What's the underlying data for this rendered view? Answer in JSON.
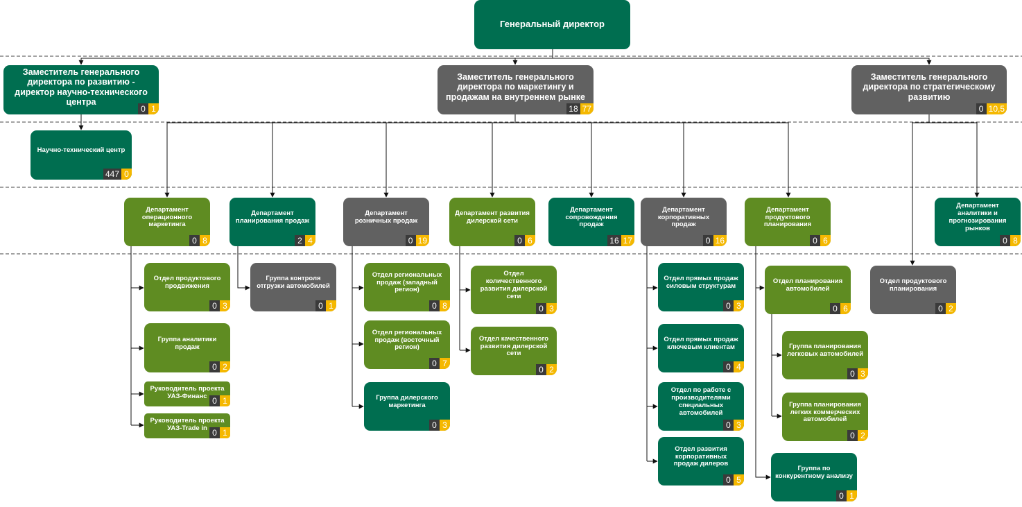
{
  "colors": {
    "dark_green": "#006e50",
    "light_green": "#5f8c22",
    "grey": "#616161",
    "count_badge": "#3a3a3a",
    "vacancy_badge": "#f5b800"
  },
  "nodes": [
    {
      "id": "gd",
      "label": "Генеральный директор",
      "c1": "",
      "c2": "",
      "color": "dark_green"
    },
    {
      "id": "dep_dev",
      "label": "Заместитель генерального директора по развитию - директор научно-технического центра",
      "c1": "0",
      "c2": "1",
      "color": "dark_green"
    },
    {
      "id": "dep_mkt",
      "label": "Заместитель генерального директора по маркетингу и продажам на внутреннем рынке",
      "c1": "18",
      "c2": "77",
      "color": "grey"
    },
    {
      "id": "dep_str",
      "label": "Заместитель генерального директора по стратегическому развитию",
      "c1": "0",
      "c2": "10,5",
      "color": "grey"
    },
    {
      "id": "ntc",
      "label": "Научно-технический центр",
      "c1": "447",
      "c2": "0",
      "color": "dark_green"
    },
    {
      "id": "d_opm",
      "label": "Департамент операционного маркетинга",
      "c1": "0",
      "c2": "8",
      "color": "light_green"
    },
    {
      "id": "d_plan",
      "label": "Департамент планирования продаж",
      "c1": "2",
      "c2": "4",
      "color": "dark_green"
    },
    {
      "id": "d_retail",
      "label": "Департамент розничных продаж",
      "c1": "0",
      "c2": "19",
      "color": "grey"
    },
    {
      "id": "d_dealer",
      "label": "Департамент развития дилерской сети",
      "c1": "0",
      "c2": "6",
      "color": "light_green"
    },
    {
      "id": "d_supp",
      "label": "Департамент сопровождения продаж",
      "c1": "16",
      "c2": "17",
      "color": "dark_green"
    },
    {
      "id": "d_corp",
      "label": "Департамент корпоративных продаж",
      "c1": "0",
      "c2": "16",
      "color": "grey"
    },
    {
      "id": "d_prod",
      "label": "Департамент продуктового планирования",
      "c1": "0",
      "c2": "6",
      "color": "light_green"
    },
    {
      "id": "d_anal",
      "label": "Департамент аналитики и прогнозирования рынков",
      "c1": "0",
      "c2": "8",
      "color": "dark_green"
    },
    {
      "id": "o_prodpromo",
      "label": "Отдел продуктового продвижения",
      "c1": "0",
      "c2": "3",
      "color": "light_green"
    },
    {
      "id": "g_analytics",
      "label": "Группа аналитики продаж",
      "c1": "0",
      "c2": "2",
      "color": "light_green"
    },
    {
      "id": "r_finance",
      "label": "Руководитель проекта УАЗ-Финанс",
      "c1": "0",
      "c2": "1",
      "color": "light_green"
    },
    {
      "id": "r_trade",
      "label": "Руководитель проекта УАЗ-Trade in",
      "c1": "0",
      "c2": "1",
      "color": "light_green"
    },
    {
      "id": "g_control",
      "label": "Группа контроля отгрузки автомобилей",
      "c1": "0",
      "c2": "1",
      "color": "grey"
    },
    {
      "id": "o_reg_w",
      "label": "Отдел региональных продаж (западный регион)",
      "c1": "0",
      "c2": "8",
      "color": "light_green"
    },
    {
      "id": "o_reg_e",
      "label": "Отдел региональных продаж (восточный регион)",
      "c1": "0",
      "c2": "7",
      "color": "light_green"
    },
    {
      "id": "g_dealer_mkt",
      "label": "Группа дилерского маркетинга",
      "c1": "0",
      "c2": "3",
      "color": "dark_green"
    },
    {
      "id": "o_quant",
      "label": "Отдел количественного развития дилерской сети",
      "c1": "0",
      "c2": "3",
      "color": "light_green"
    },
    {
      "id": "o_qual",
      "label": "Отдел качественного развития дилерской сети",
      "c1": "0",
      "c2": "2",
      "color": "light_green"
    },
    {
      "id": "o_direct_power",
      "label": "Отдел прямых продаж силовым структурам",
      "c1": "0",
      "c2": "3",
      "color": "dark_green"
    },
    {
      "id": "o_direct_key",
      "label": "Отдел прямых продаж ключевым клиентам",
      "c1": "0",
      "c2": "4",
      "color": "dark_green"
    },
    {
      "id": "o_special",
      "label": "Отдел по работе с производителями специальных автомобилей",
      "c1": "0",
      "c2": "3",
      "color": "dark_green"
    },
    {
      "id": "o_corp_dealers",
      "label": "Отдел развития корпоративных продаж дилеров",
      "c1": "0",
      "c2": "5",
      "color": "dark_green"
    },
    {
      "id": "o_car_plan",
      "label": "Отдел планирования автомобилей",
      "c1": "0",
      "c2": "6",
      "color": "light_green"
    },
    {
      "id": "g_pass_plan",
      "label": "Группа планирования легковых автомобилей",
      "c1": "0",
      "c2": "3",
      "color": "light_green"
    },
    {
      "id": "g_lcv_plan",
      "label": "Группа планирования легких коммерческих автомобилей",
      "c1": "0",
      "c2": "2",
      "color": "light_green"
    },
    {
      "id": "g_competitive",
      "label": "Группа по конкурентному анализу",
      "c1": "0",
      "c2": "1",
      "color": "dark_green"
    },
    {
      "id": "o_prod_str",
      "label": "Отдел продуктового планирования",
      "c1": "0",
      "c2": "2",
      "color": "grey"
    }
  ]
}
